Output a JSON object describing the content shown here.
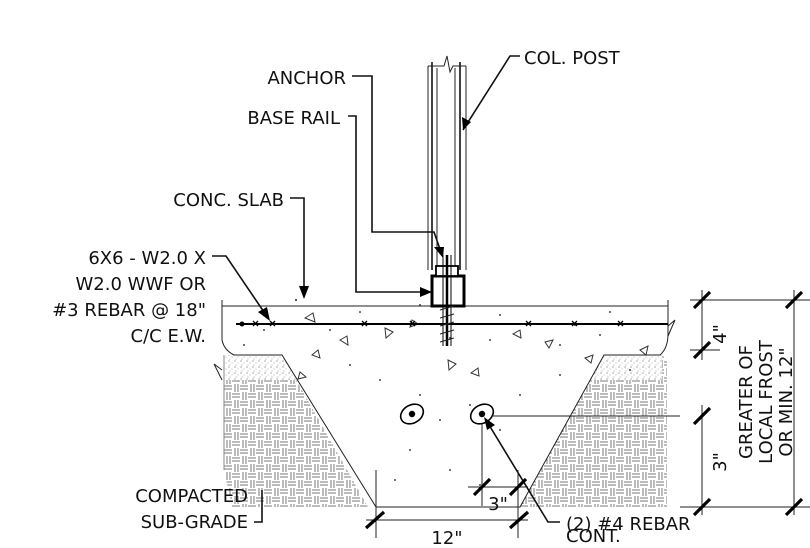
{
  "labels": {
    "col_post": "COL. POST",
    "anchor": "ANCHOR",
    "base_rail": "BASE RAIL",
    "conc_slab": "CONC. SLAB",
    "wwf": [
      "6X6 - W2.0 X",
      "W2.0 WWF  OR",
      "#3 REBAR @ 18\"",
      "C/C E.W."
    ],
    "compacted": [
      "COMPACTED",
      "SUB-GRADE"
    ],
    "rebar": [
      "(2) #4 REBAR",
      "CONT."
    ]
  },
  "dimensions": {
    "slab_thickness": "4\"",
    "rebar_cover": "3\"",
    "rebar_spacing": "3\"",
    "footing_width": "12\"",
    "depth_note": [
      "GREATER OF",
      "LOCAL FROST",
      "OR MIN. 12\""
    ]
  }
}
